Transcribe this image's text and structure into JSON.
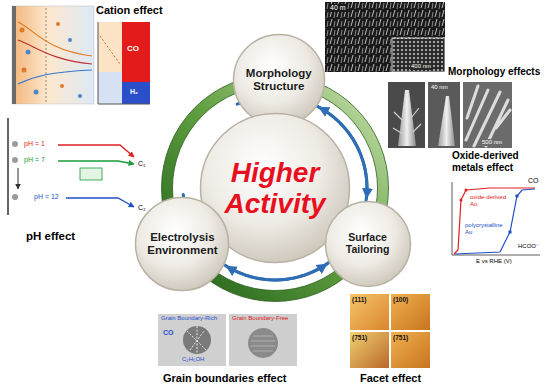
{
  "diagram": {
    "nodes": [
      {
        "text": [
          "Morphology Structure"
        ]
      },
      {
        "text": [
          "Higher Activity"
        ]
      },
      {
        "text": [
          "Electrolysis Environment"
        ]
      },
      {
        "text": [
          "Surface Tailoring"
        ]
      }
    ],
    "edges": [
      {
        "from": 0,
        "to": 3,
        "arrow": "both"
      },
      {
        "from": 3,
        "to": 2,
        "arrow": "both"
      },
      {
        "from": 2,
        "to": 0,
        "arrow": "both"
      }
    ],
    "labels": [
      "Cation effect",
      "CO",
      "H₂",
      "pH = 1",
      "pH = 7",
      "pH = 12",
      "C₁",
      "C₂",
      "pH effect",
      "40 m",
      "400 nm",
      "40 nm",
      "500 nm",
      "Morphology effects",
      "Oxide-derived metals effect",
      "CO",
      "oxide-derived Au",
      "polycrystalline Au",
      "HCOO⁻",
      "E vs RHE (V)",
      "Grain Boundary-Rich",
      "Grain Boundary-Free",
      "CO",
      "C₂H₅OH",
      "Grain boundaries effect",
      "(111)",
      "(100)",
      "(751)",
      "(751)",
      "Facet effect"
    ]
  }
}
